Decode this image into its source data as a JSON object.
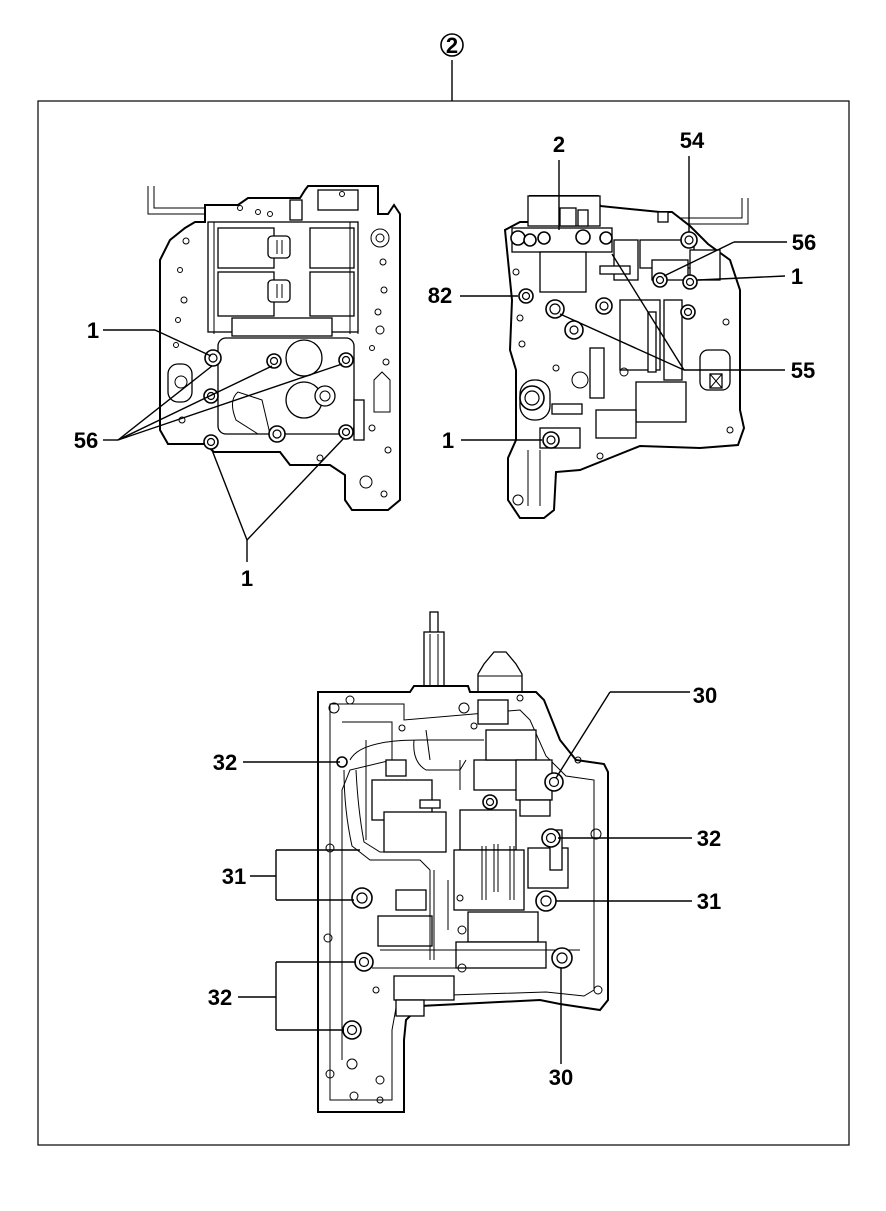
{
  "assembly": {
    "number": "2"
  },
  "callouts": {
    "top_left": {
      "label_1_upper": "1",
      "label_56": "56",
      "label_1_lower": "1"
    },
    "top_right": {
      "label_2": "2",
      "label_54": "54",
      "label_56": "56",
      "label_1_upper": "1",
      "label_82": "82",
      "label_55": "55",
      "label_1_lower": "1"
    },
    "bottom": {
      "label_30_top": "30",
      "label_32_left_upper": "32",
      "label_32_right": "32",
      "label_31_left": "31",
      "label_31_right": "31",
      "label_32_left_lower": "32",
      "label_30_bottom": "30"
    }
  }
}
